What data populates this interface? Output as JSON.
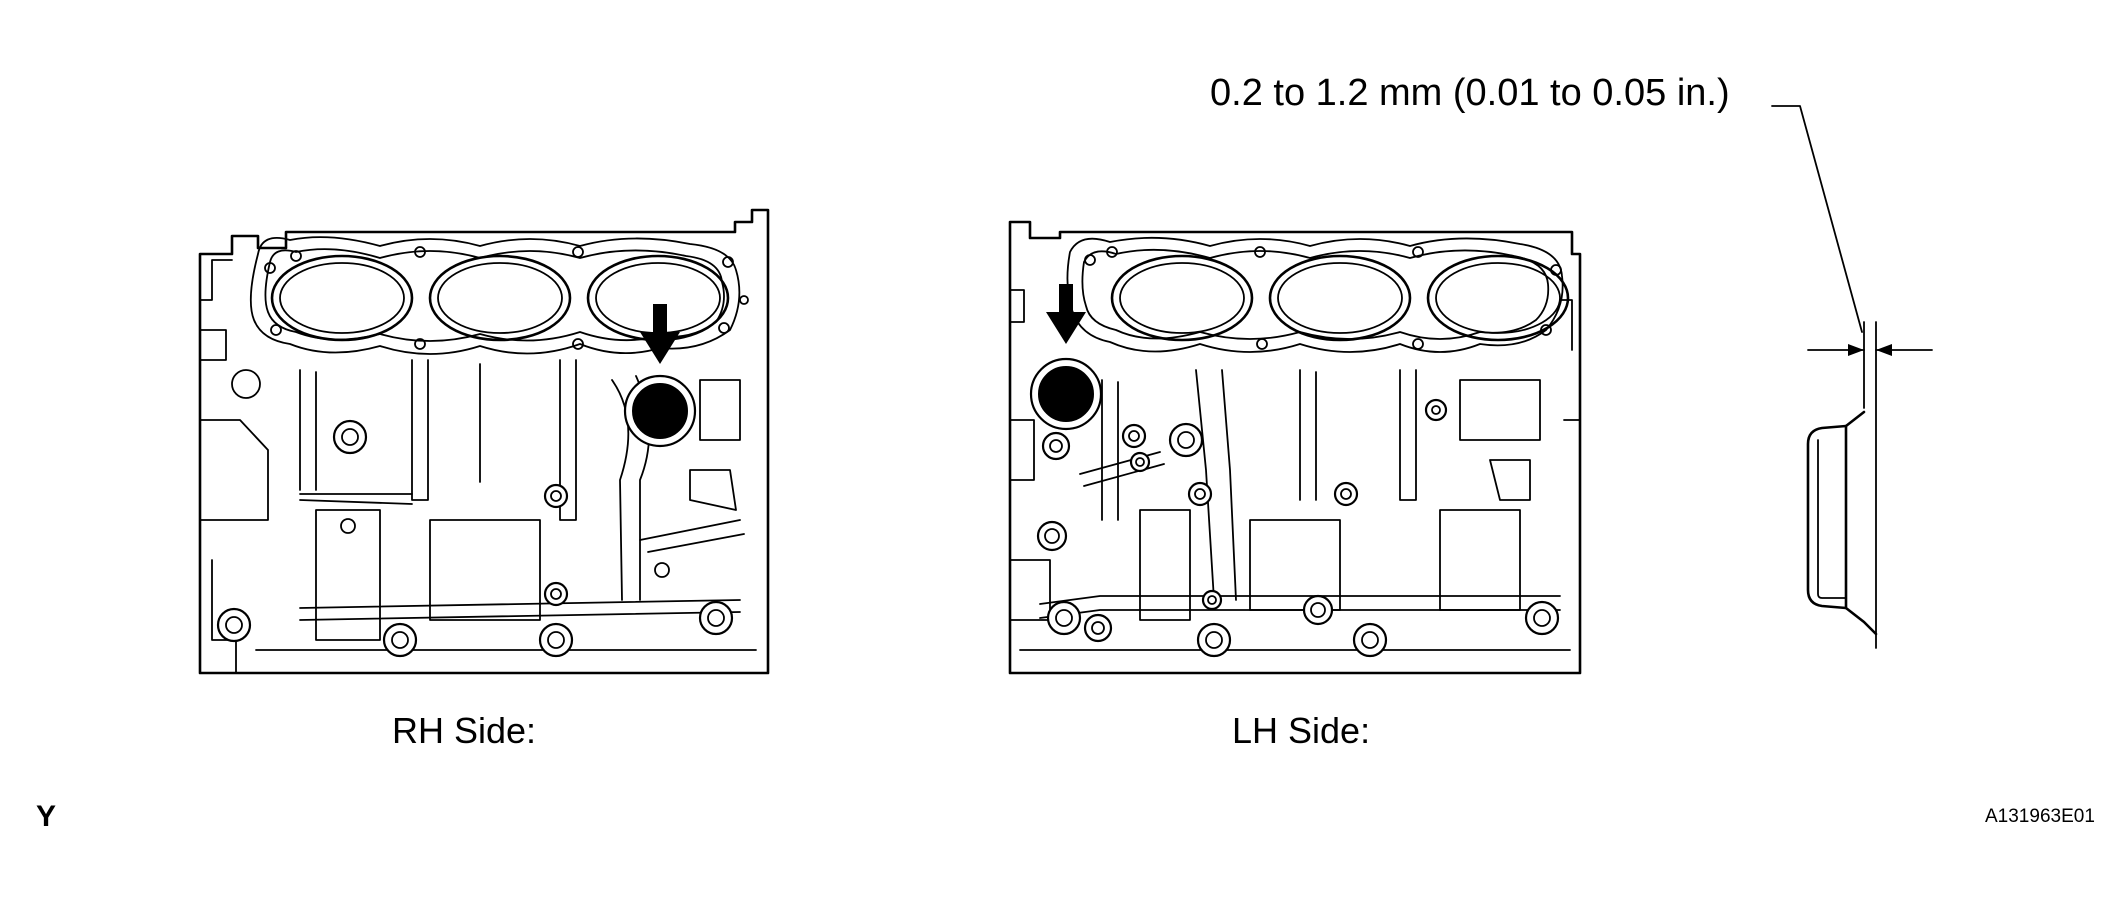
{
  "labels": {
    "clearance_dimension": "0.2 to 1.2 mm (0.01 to 0.05 in.)",
    "rh_side": "RH Side:",
    "lh_side": "LH Side:",
    "view_mark": "Y",
    "figure_id": "A131963E01"
  },
  "icons": {
    "installation_arrow": "down-arrow-icon",
    "plug_location": "filled-circle-marker"
  },
  "colors": {
    "line": "#000000",
    "background": "#ffffff"
  }
}
